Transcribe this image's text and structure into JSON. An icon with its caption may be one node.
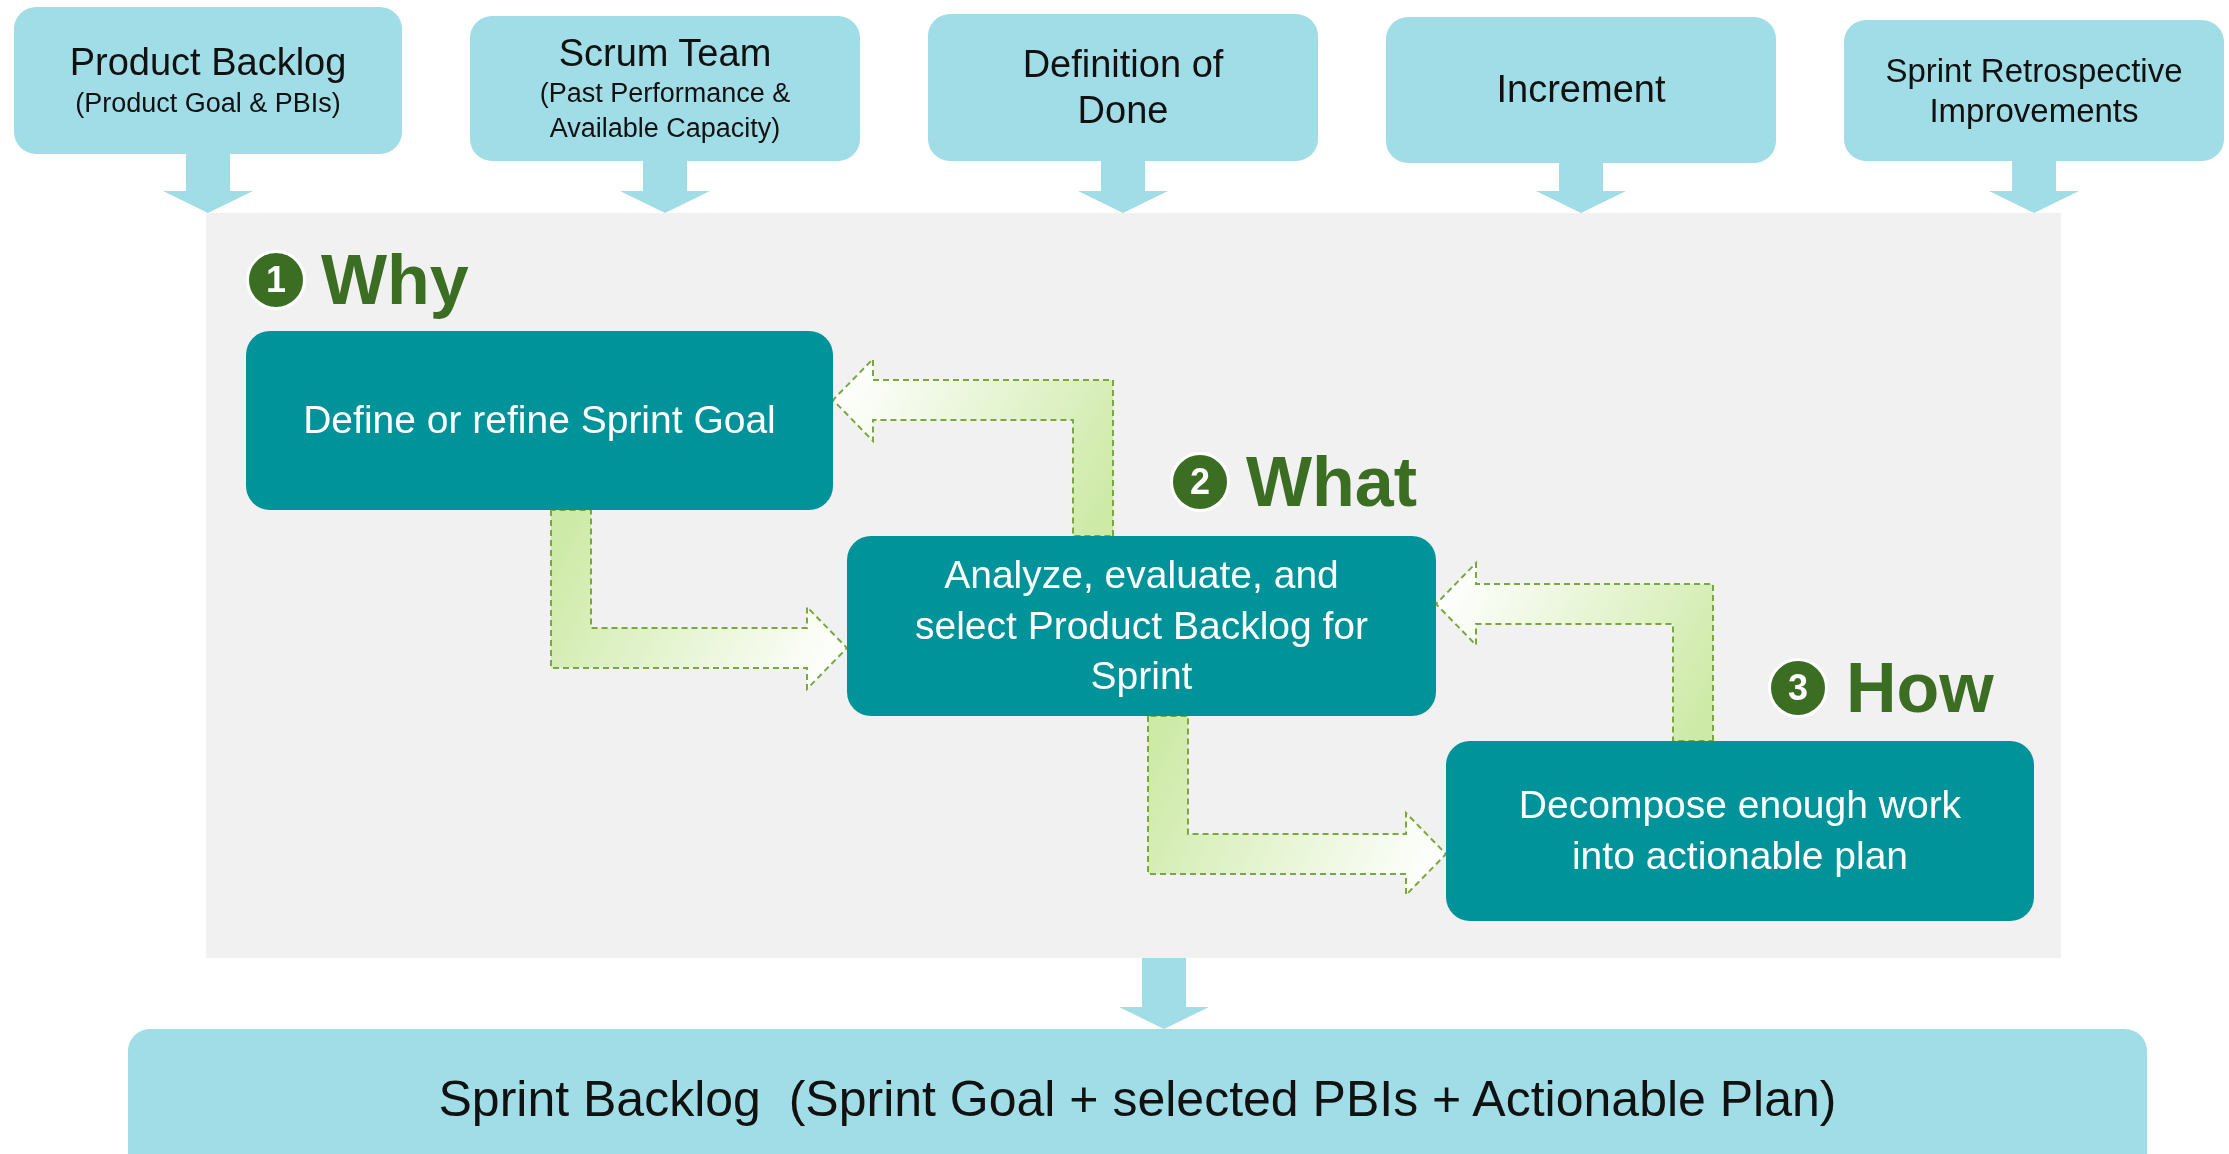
{
  "diagram": {
    "nodes": [
      {
        "text": [
          "Product Backlog",
          "(Product Goal & PBIs)"
        ]
      },
      {
        "text": [
          "Scrum Team",
          "(Past Performance & Available Capacity)"
        ]
      },
      {
        "text": [
          "Definition of Done"
        ]
      },
      {
        "text": [
          "Increment"
        ]
      },
      {
        "text": [
          "Sprint Retrospective Improvements"
        ]
      },
      {
        "text": [],
        "shape": "box"
      },
      {
        "text": [
          "Define or refine Sprint Goal"
        ],
        "in": 5
      },
      {
        "text": [
          "Analyze, evaluate, and select Product Backlog for Sprint"
        ],
        "in": 5
      },
      {
        "text": [
          "Decompose enough work into actionable plan"
        ],
        "in": 5
      },
      {
        "text": [
          "Sprint Backlog  (Sprint Goal + selected PBIs + Actionable Plan)"
        ]
      }
    ],
    "edges": [
      {
        "from": 0,
        "to": 5,
        "arrow": "to",
        "style": "thick"
      },
      {
        "from": 1,
        "to": 5,
        "arrow": "to",
        "style": "thick"
      },
      {
        "from": 2,
        "to": 5,
        "arrow": "to",
        "style": "thick"
      },
      {
        "from": 3,
        "to": 5,
        "arrow": "to",
        "style": "thick"
      },
      {
        "from": 4,
        "to": 5,
        "arrow": "to",
        "style": "thick"
      },
      {
        "from": 6,
        "to": 7,
        "arrow": "to",
        "style": "dashed",
        "color": "#cdeaa6"
      },
      {
        "from": 7,
        "to": 6,
        "arrow": "to",
        "style": "dashed",
        "color": "#cdeaa6"
      },
      {
        "from": 7,
        "to": 8,
        "arrow": "to",
        "style": "dashed",
        "color": "#cdeaa6"
      },
      {
        "from": 8,
        "to": 7,
        "arrow": "to",
        "style": "dashed",
        "color": "#cdeaa6"
      },
      {
        "from": 5,
        "to": 9,
        "arrow": "to",
        "style": "thick"
      }
    ],
    "labels": [
      "1",
      "Why",
      "2",
      "What",
      "3",
      "How"
    ]
  }
}
